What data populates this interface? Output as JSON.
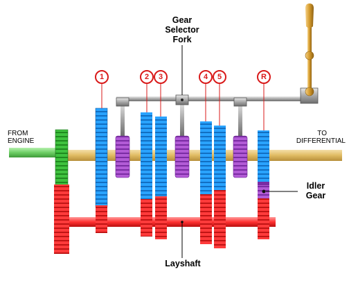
{
  "labels": {
    "gear_selector_fork": [
      "Gear",
      "Selector",
      "Fork"
    ],
    "from_engine": [
      "FROM",
      "ENGINE"
    ],
    "to_differential": [
      "TO",
      "DIFFERENTIAL"
    ],
    "idler_gear": [
      "Idler",
      "Gear"
    ],
    "layshaft": "Layshaft"
  },
  "gear_numbers": [
    "1",
    "2",
    "3",
    "4",
    "5",
    "R"
  ],
  "colors": {
    "main_gear_blue": "#2aa3ff",
    "lay_gear_red": "#ff2d2d",
    "input_gear_green": "#35b235",
    "collar_purple": "#b04fd0",
    "idler_purple": "#9f45e6",
    "main_shaft_yellow": "#e3c070",
    "input_shaft_green": "#74d26c",
    "selector_rod_gray": "#9a9a9a",
    "badge_red": "#d91a1a",
    "lever_gold": "#d09a28"
  }
}
